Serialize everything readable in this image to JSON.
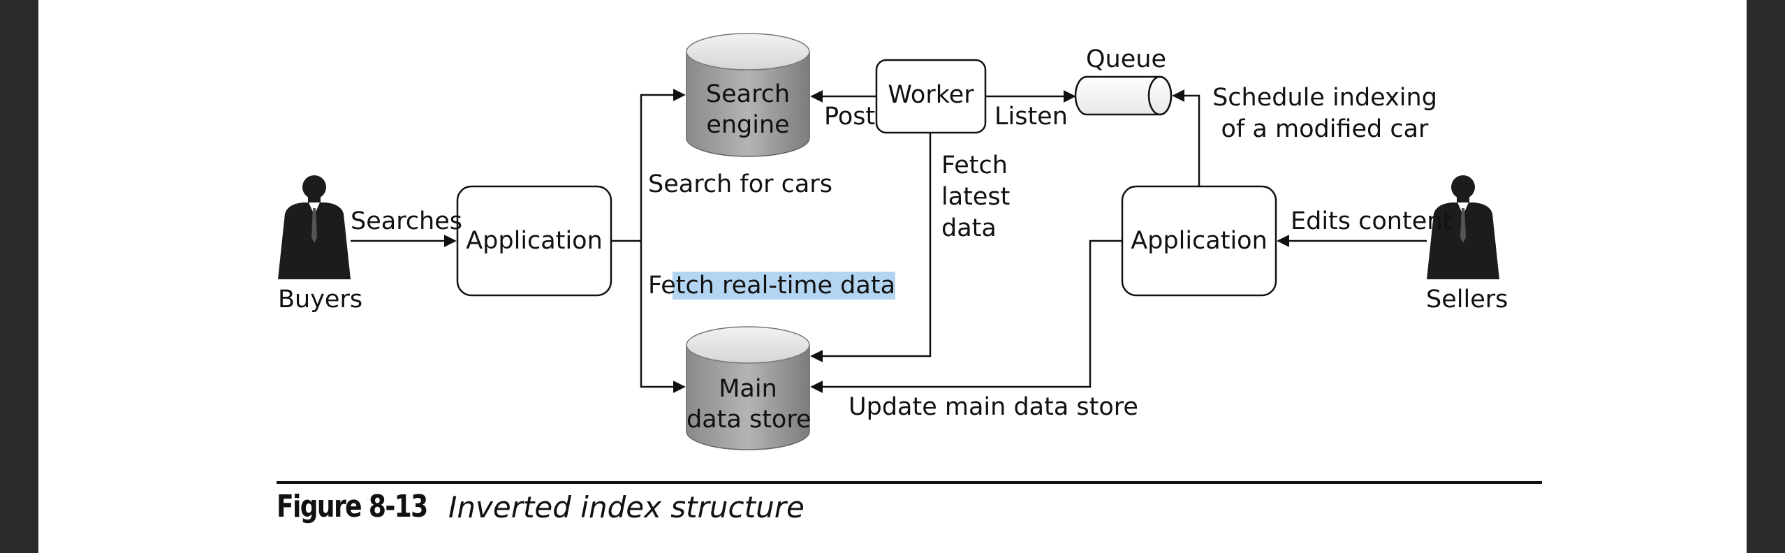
{
  "diagram": {
    "nodes": {
      "buyers": "Buyers",
      "sellers": "Sellers",
      "app_left": "Application",
      "app_right": "Application",
      "search_engine_line1": "Search",
      "search_engine_line2": "engine",
      "worker": "Worker",
      "queue": "Queue",
      "main_store_line1": "Main",
      "main_store_line2": "data store"
    },
    "edges": {
      "searches": "Searches",
      "search_for_cars": "Search for cars",
      "fetch_realtime": "Fetch real-time data",
      "post": "Post",
      "listen": "Listen",
      "fetch_latest_1": "Fetch",
      "fetch_latest_2": "latest",
      "fetch_latest_3": "data",
      "schedule_1": "Schedule indexing",
      "schedule_2": "of a modified car",
      "edits_content": "Edits content",
      "update_main": "Update main data store"
    },
    "colors": {
      "cylinder_top": "#e6e6e6",
      "cylinder_body": "#9a9a9a",
      "figure_fill": "#1c1c1c",
      "highlight": "#b3d5f2"
    }
  },
  "caption": {
    "number": "Figure 8-13",
    "title": "Inverted index structure"
  }
}
